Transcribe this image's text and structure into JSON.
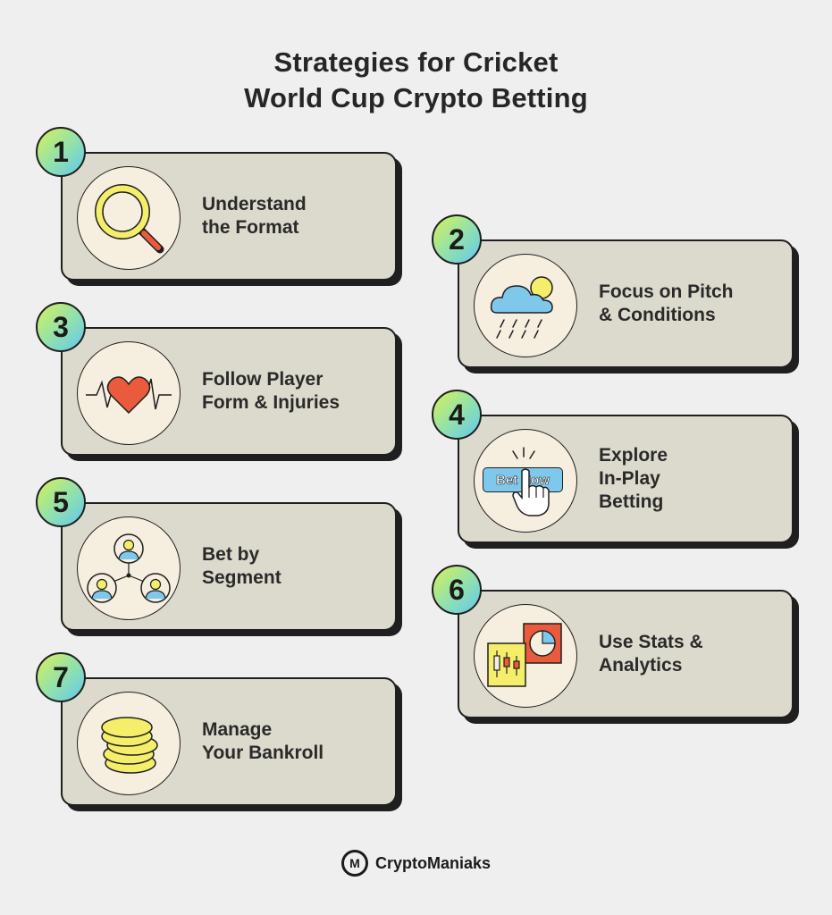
{
  "title": {
    "line1": "Strategies for Cricket",
    "line2": "World Cup Crypto Betting"
  },
  "cards": [
    {
      "number": "1",
      "line1": "Understand",
      "line2": "the Format",
      "icon": "magnifier-icon"
    },
    {
      "number": "2",
      "line1": "Focus on Pitch",
      "line2": "& Conditions",
      "icon": "rain-cloud-icon"
    },
    {
      "number": "3",
      "line1": "Follow Player",
      "line2": "Form & Injuries",
      "icon": "heartbeat-icon"
    },
    {
      "number": "4",
      "line1": "Explore",
      "line2": "In-Play",
      "line3": "Betting",
      "icon": "bet-now-button-icon",
      "button_text": "Bet Now"
    },
    {
      "number": "5",
      "line1": "Bet by",
      "line2": "Segment",
      "icon": "user-segments-icon"
    },
    {
      "number": "6",
      "line1": "Use Stats &",
      "line2": "Analytics",
      "icon": "analytics-chart-icon"
    },
    {
      "number": "7",
      "line1": "Manage",
      "line2": "Your Bankroll",
      "icon": "coin-stack-icon"
    }
  ],
  "footer": {
    "brand": "CryptoManiaks",
    "logo_text": "M"
  },
  "colors": {
    "background": "#efefef",
    "card": "#dcdacd",
    "icon_circle": "#f6eedf",
    "accent_yellow": "#f4ee6a",
    "accent_blue": "#7ec8ec",
    "accent_red": "#ea5a3c"
  }
}
